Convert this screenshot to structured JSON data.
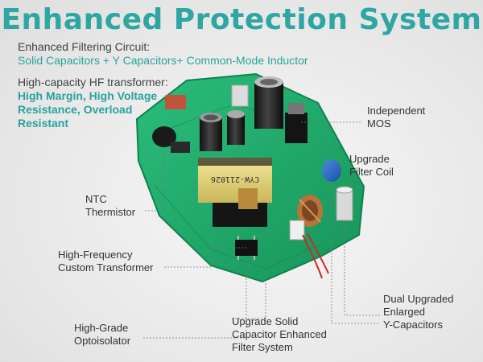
{
  "title": "Enhanced Protection System",
  "filtering": {
    "heading": "Enhanced Filtering Circuit:",
    "components": "Solid Capacitors + Y Capacitors+ Common-Mode Inductor"
  },
  "transformer_info": {
    "heading": "High-capacity HF transformer:",
    "features": [
      "High Margin, High Voltage",
      "Resistance, Overload",
      "Resistant"
    ]
  },
  "labels": {
    "independent_mos": [
      "Independent",
      "MOS"
    ],
    "upgrade_filter_coil": [
      "Upgrade",
      "Filter Coil"
    ],
    "ntc_thermistor": [
      "NTC",
      "Thermistor"
    ],
    "hf_transformer": [
      "High-Frequency",
      "Custom Transformer"
    ],
    "optoisolator": [
      "High-Grade",
      "Optoisolator"
    ],
    "solid_capacitor": [
      "Upgrade Solid",
      "Capacitor Enhanced",
      "Filter System"
    ],
    "y_capacitors": [
      "Dual Upgraded",
      "Enlarged",
      "Y-Capacitors"
    ]
  },
  "board_markings": {
    "transformer_code": "CYW-211026"
  },
  "colors": {
    "accent": "#2ea7a3",
    "pcb": "#1fa56a"
  }
}
